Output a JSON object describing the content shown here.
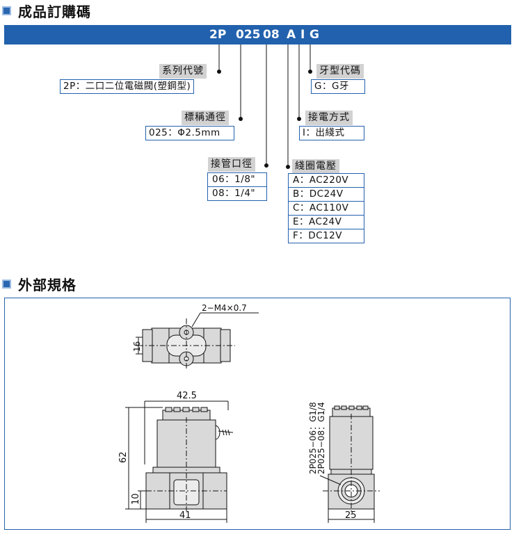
{
  "order_section": {
    "title": "成品訂購碼"
  },
  "code_bar": {
    "parts": [
      "2P",
      "025",
      "08",
      "A",
      "I",
      "G"
    ]
  },
  "series": {
    "label": "系列代號",
    "value": "2P：二口二位電磁閥(塑鋼型)"
  },
  "bore": {
    "label": "標稱通徑",
    "value": "025：Φ2.5mm"
  },
  "port": {
    "label": "接管口徑",
    "values": [
      "06：1/8\"",
      "08：1/4\""
    ]
  },
  "voltage": {
    "label": "綫圈電壓",
    "values": [
      "A：AC220V",
      "B：DC24V",
      "C：AC110V",
      "E：AC24V",
      "F：DC12V"
    ]
  },
  "connection": {
    "label": "接電方式",
    "value": "I：出綫式"
  },
  "thread": {
    "label": "牙型代碼",
    "value": "G：G牙"
  },
  "dimension_section": {
    "title": "外部規格"
  },
  "drawing": {
    "mount_hole": "2−M4×0.7",
    "dim_16": "16",
    "dim_42_5": "42.5",
    "dim_62": "62",
    "dim_10": "10",
    "dim_41": "41",
    "dim_25": "25",
    "port_note_1": "2P025−06：G1/8",
    "port_note_2": "2P025−08：G1/4"
  },
  "colors": {
    "accent": "#2261ad",
    "label_bg": "#d2d2d2",
    "body_fill": "#d9d9d9"
  }
}
